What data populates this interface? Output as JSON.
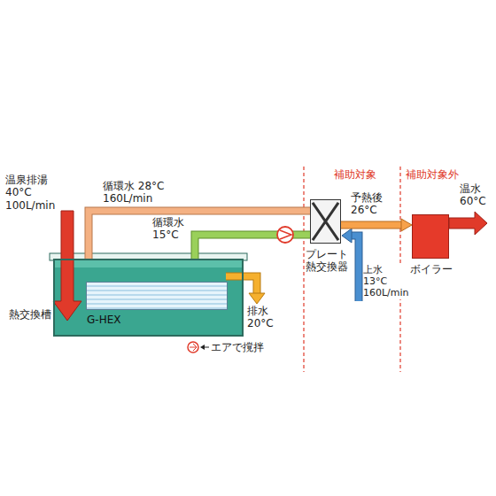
{
  "diagram": {
    "nodes": [
      {
        "text": [
          "熱交換槽"
        ]
      },
      {
        "text": [
          "G-HEX"
        ],
        "in": 0
      },
      {
        "text": [
          "プレート 熱交換器"
        ]
      },
      {
        "text": [
          "ボイラー"
        ]
      }
    ],
    "edges": [
      {
        "from": 0,
        "to": 2,
        "arrow": "none",
        "label": "循環水 28°C 160L/min"
      },
      {
        "from": 2,
        "to": 0,
        "arrow": "none",
        "label": "循環水 15°C"
      },
      {
        "from": 2,
        "to": 3,
        "arrow": "to",
        "label": "予熱後 26°C"
      }
    ],
    "labels": [
      "温泉排湯 40°C 100L/min",
      "排水 20°C",
      "エアで撹拌",
      "上水 13°C 160L/min",
      "補助対象",
      "補助対象外",
      "温水 60°C"
    ]
  }
}
